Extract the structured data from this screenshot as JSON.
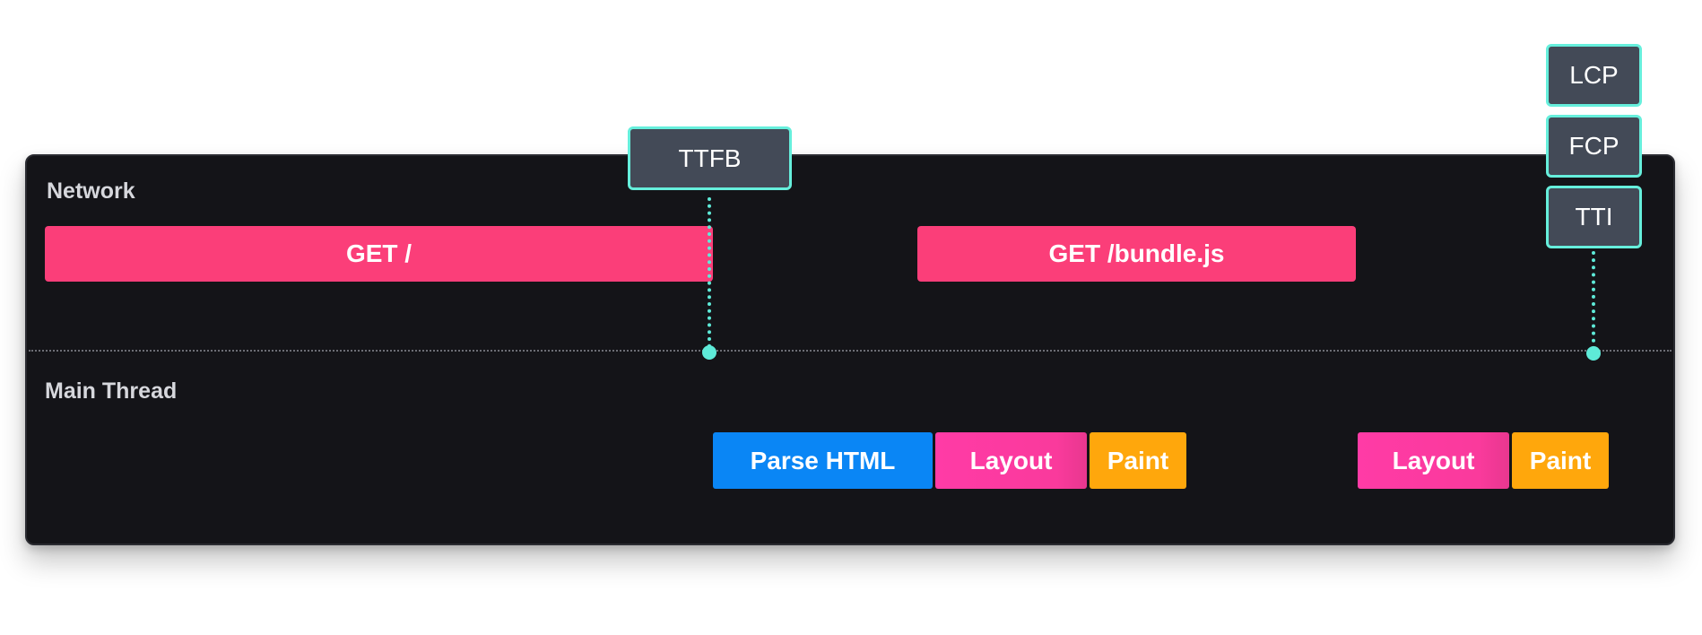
{
  "lanes": {
    "network_label": "Network",
    "main_thread_label": "Main Thread"
  },
  "network": {
    "request_1": "GET /",
    "request_2": "GET /bundle.js"
  },
  "main_thread": {
    "parse_html": "Parse HTML",
    "layout_1": "Layout",
    "paint_1": "Paint",
    "layout_2": "Layout",
    "paint_2": "Paint"
  },
  "markers": {
    "ttfb": "TTFB",
    "lcp": "LCP",
    "fcp": "FCP",
    "tti": "TTI"
  },
  "colors": {
    "network_bar": "#fb3e79",
    "parse_html": "#0a86f5",
    "layout": "#ff3ba6",
    "paint": "#ffa70c",
    "marker_fill": "#434a57",
    "marker_border": "#66efdc",
    "panel": "#141418"
  }
}
